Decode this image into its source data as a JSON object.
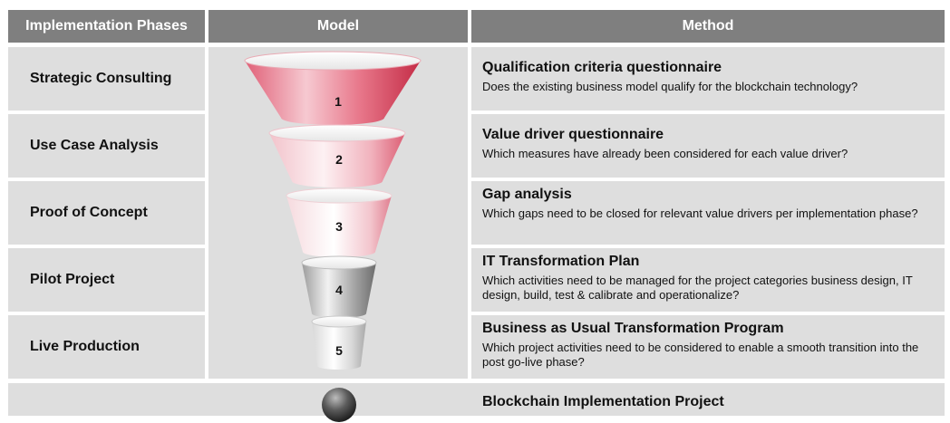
{
  "headers": {
    "phases": "Implementation Phases",
    "model": "Model",
    "method": "Method"
  },
  "phases": [
    "Strategic Consulting",
    "Use Case Analysis",
    "Proof of Concept",
    "Pilot Project",
    "Live Production"
  ],
  "funnel_numbers": [
    "1",
    "2",
    "3",
    "4",
    "5"
  ],
  "methods": [
    {
      "title": "Qualification criteria questionnaire",
      "desc": "Does the existing business model qualify for the blockchain technology?"
    },
    {
      "title": "Value driver questionnaire",
      "desc": "Which measures have already been considered for each value driver?"
    },
    {
      "title": "Gap analysis",
      "desc": "Which gaps need to be closed for relevant value drivers per implementation phase?"
    },
    {
      "title": "IT Transformation Plan",
      "desc": "Which activities need to be managed for the project categories business design, IT design, build, test & calibrate and operationalize?"
    },
    {
      "title": "Business as Usual Transformation Program",
      "desc": "Which project activities need to be considered to enable a smooth transition into the post go-live phase?"
    }
  ],
  "footer": {
    "title": "Blockchain Implementation Project"
  },
  "colors": {
    "header_bg": "#7f7f7f",
    "cell_bg": "#dedede",
    "funnel_red": "#d93c55",
    "funnel_gray": "#8a8a8a"
  }
}
